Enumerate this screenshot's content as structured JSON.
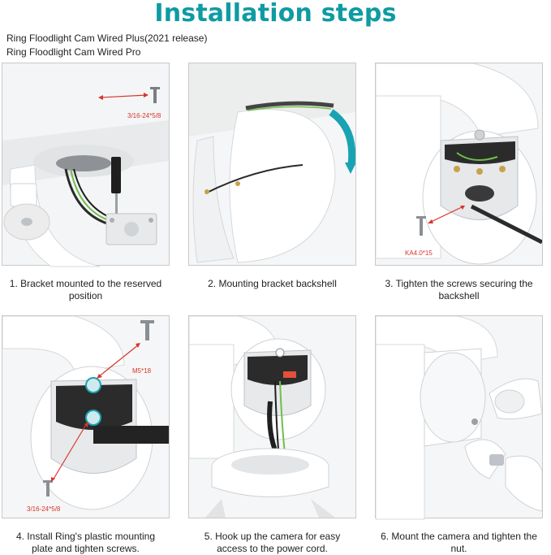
{
  "title": "Installation steps",
  "models": [
    "Ring Floodlight Cam Wired Plus(2021 release)",
    "Ring Floodlight Cam Wired Pro"
  ],
  "steps": [
    {
      "caption": "1. Bracket mounted to the reserved position",
      "label": "3/16-24*5/8"
    },
    {
      "caption": "2. Mounting bracket backshell"
    },
    {
      "caption": "3. Tighten the screws securing the backshell",
      "label": "KA4.0*15"
    },
    {
      "caption": "4. Install Ring's plastic mounting plate and tighten screws.",
      "label": "M5*18",
      "label2": "3/16-24*5/8"
    },
    {
      "caption": "5. Hook up the camera for easy access to the power cord."
    },
    {
      "caption": "6. Mount the camera and tighten the nut."
    }
  ],
  "colors": {
    "title": "#0f9ba3",
    "screw_label": "#d8352a",
    "arrow": "#d8352a",
    "teal_arrow": "#19a3b2"
  }
}
